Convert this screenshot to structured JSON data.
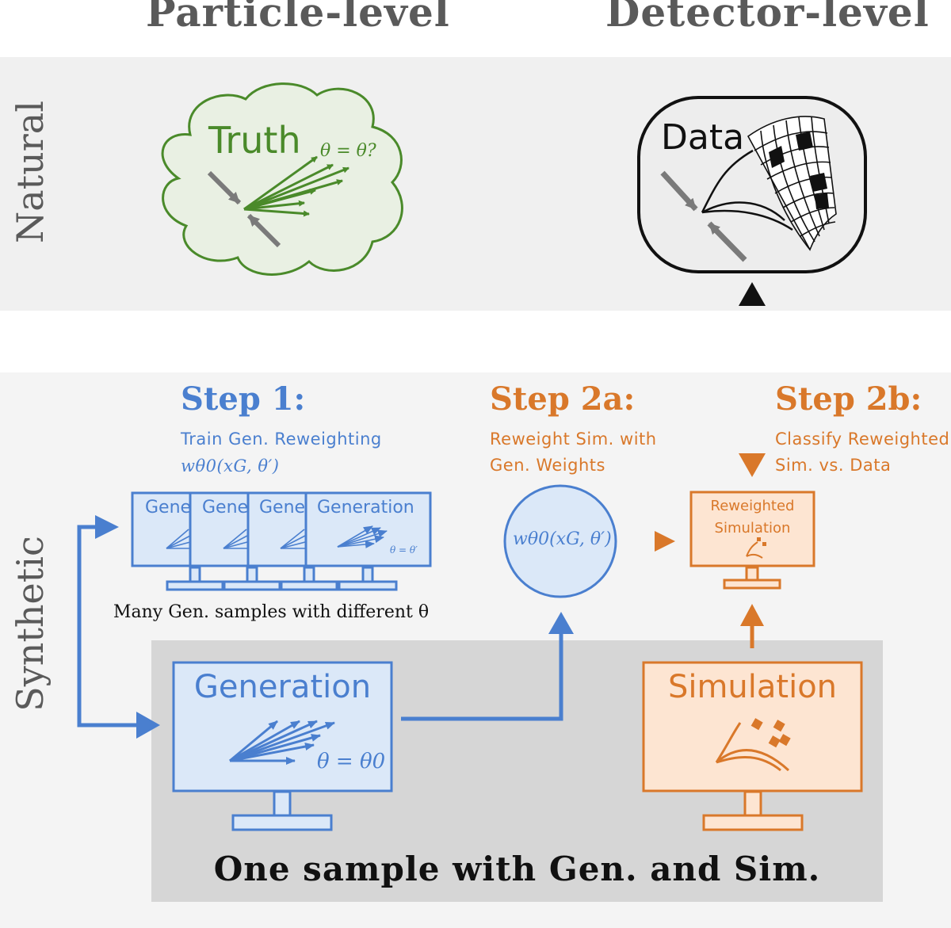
{
  "columns": {
    "particle_level": "Particle-level",
    "detector_level": "Detector-level"
  },
  "rows": {
    "natural": "Natural",
    "synthetic": "Synthetic"
  },
  "natural": {
    "truth_label": "Truth",
    "truth_theta": "θ = θ?",
    "data_label": "Data"
  },
  "step1": {
    "title": "Step 1:",
    "line1": "Train Gen. Reweighting",
    "line2": "wθ0(xG, θ′)"
  },
  "step2a": {
    "title": "Step 2a:",
    "line1": "Reweight Sim. with",
    "line2": "Gen. Weights"
  },
  "step2b": {
    "title": "Step 2b:",
    "line1": "Classify Reweighted",
    "line2": "Sim. vs. Data"
  },
  "monitors": {
    "gen_small_label": "Gene",
    "gen_front_label": "Generation",
    "gen_front_theta": "θ = θ′",
    "many_samples": "Many Gen. samples with different θ",
    "weight_formula": "wθ0(xG, θ′)",
    "reweighted_line1": "Reweighted",
    "reweighted_line2": "Simulation",
    "generation_label": "Generation",
    "generation_theta": "θ = θ0",
    "simulation_label": "Simulation"
  },
  "bottom_caption": "One sample with Gen. and Sim.",
  "colors": {
    "blue": "#4a7fcf",
    "blue_fill": "#dbe8f8",
    "orange": "#d9782a",
    "orange_fill": "#fde5d2",
    "green": "#4a8a2a",
    "green_fill": "#e9f0e3",
    "band_natural": "#f0f0f0",
    "band_synthetic": "#f4f4f4",
    "inner_box": "#d6d6d6"
  }
}
